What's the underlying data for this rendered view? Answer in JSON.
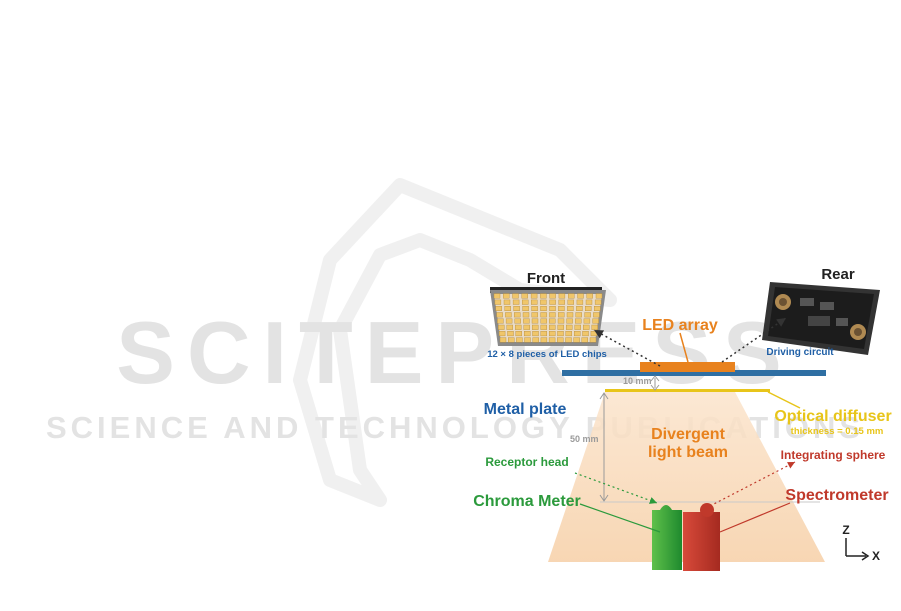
{
  "watermark": {
    "title": "SCITEPRESS",
    "subtitle": "SCIENCE AND TECHNOLOGY PUBLICATIONS",
    "color": "#e3e3e3"
  },
  "panels": {
    "front": {
      "title": "Front",
      "caption": "12 × 8 pieces of LED chips",
      "grid_columns": 12,
      "grid_rows": 8
    },
    "rear": {
      "title": "Rear",
      "caption": "Driving circuit"
    }
  },
  "labels": {
    "led_array": "LED array",
    "metal_plate": "Metal plate",
    "optical_diffuser": "Optical diffuser",
    "diffuser_thickness": "thickness = 0.15 mm",
    "divergent_beam": "Divergent light beam",
    "receptor_head": "Receptor head",
    "integrating_sphere": "Integrating sphere",
    "chroma_meter": "Chroma Meter",
    "spectrometer": "Spectrometer"
  },
  "dimensions": {
    "gap_plate_diffuser": "10 mm",
    "gap_diffuser_meter": "50 mm"
  },
  "axes": {
    "vertical": "Z",
    "horizontal": "X"
  },
  "colors": {
    "led_orange": "#e8821e",
    "metal_blue": "#2f6fa3",
    "diffuser_yellow": "#e8c51a",
    "beam_fill": "#f8d9b8",
    "chroma_green": "#2b9a3c",
    "spectro_red": "#c0392b",
    "note_blue": "#1f5fa6",
    "dim_gray": "#9a9a9a"
  }
}
